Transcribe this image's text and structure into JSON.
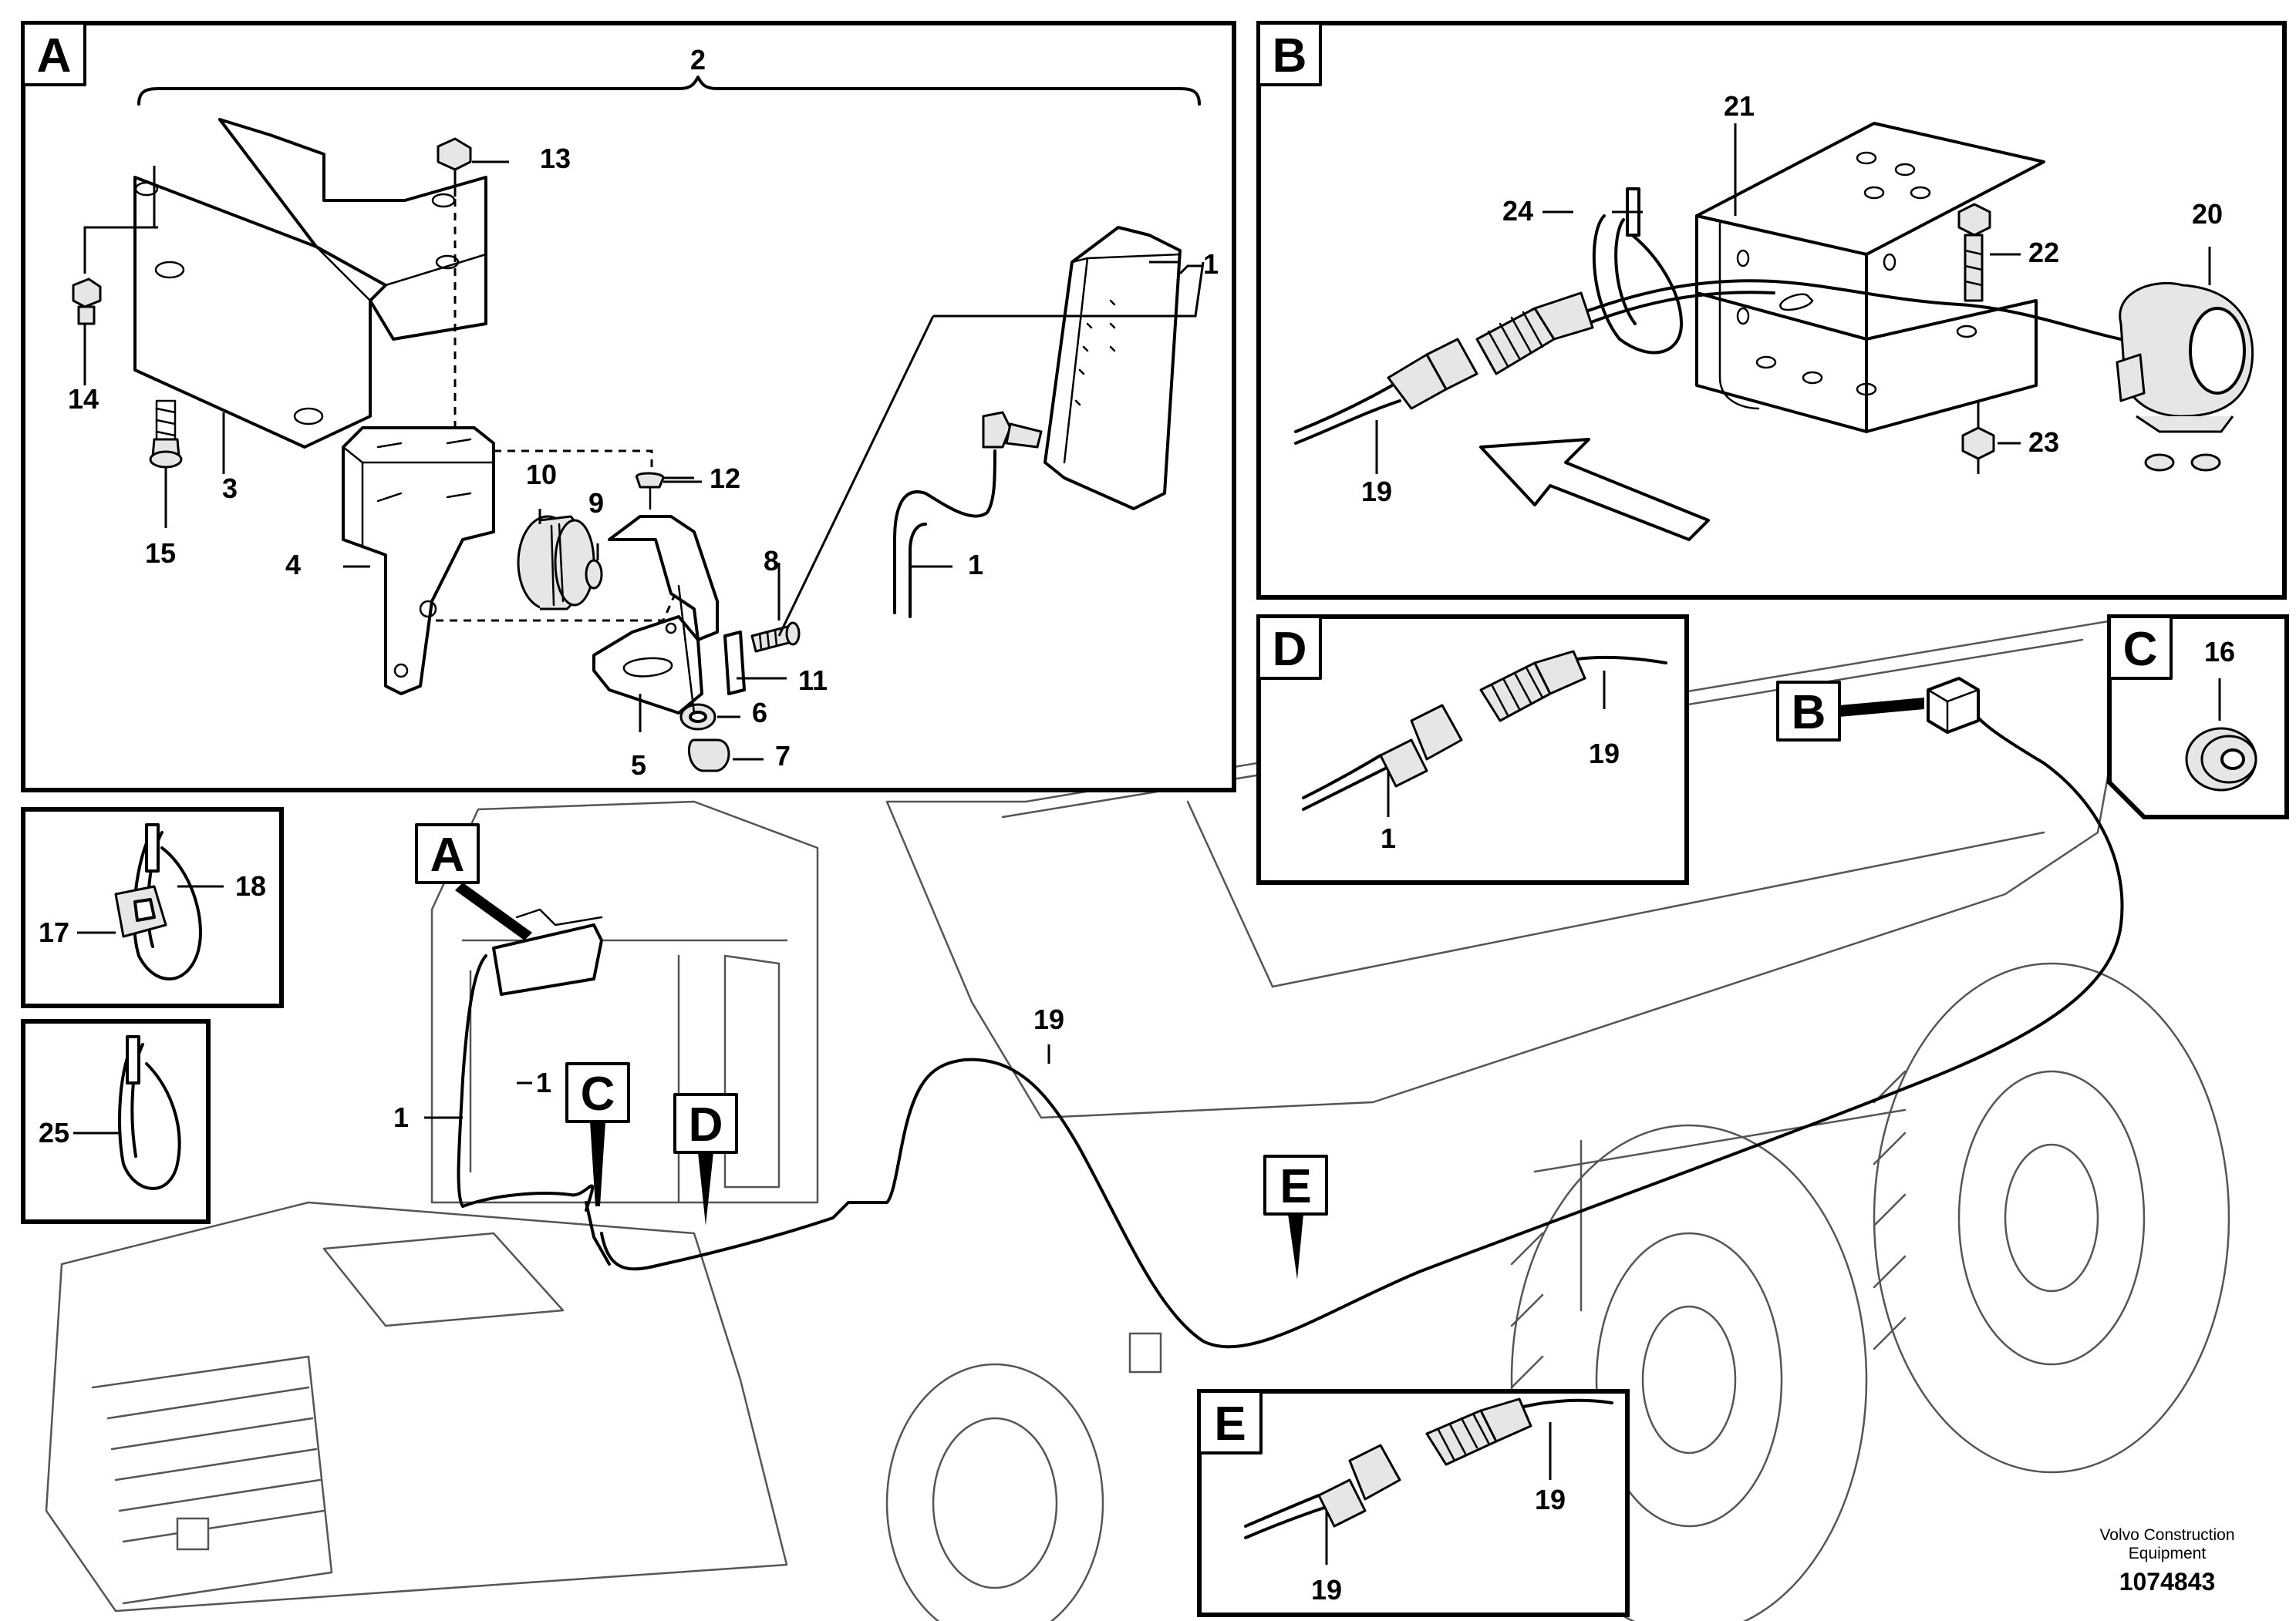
{
  "diagram": {
    "callouts": {
      "detail_a_letter": "A",
      "detail_b_letter": "B",
      "detail_c_letter": "C",
      "detail_d_letter": "D",
      "detail_e_letter": "E",
      "overview_a": "A",
      "overview_b": "B",
      "overview_c": "C",
      "overview_d": "D",
      "overview_e": "E"
    },
    "part_numbers": {
      "p1": "1",
      "p2": "2",
      "p3": "3",
      "p4": "4",
      "p5": "5",
      "p6": "6",
      "p7": "7",
      "p8": "8",
      "p9": "9",
      "p10": "10",
      "p11": "11",
      "p12": "12",
      "p13": "13",
      "p14": "14",
      "p15": "15",
      "p16": "16",
      "p17": "17",
      "p18": "18",
      "p19": "19",
      "p20": "20",
      "p21": "21",
      "p22": "22",
      "p23": "23",
      "p24": "24",
      "p25": "25"
    },
    "footer": {
      "company_line1": "Volvo Construction",
      "company_line2": "Equipment",
      "drawing_number": "1074843"
    }
  }
}
